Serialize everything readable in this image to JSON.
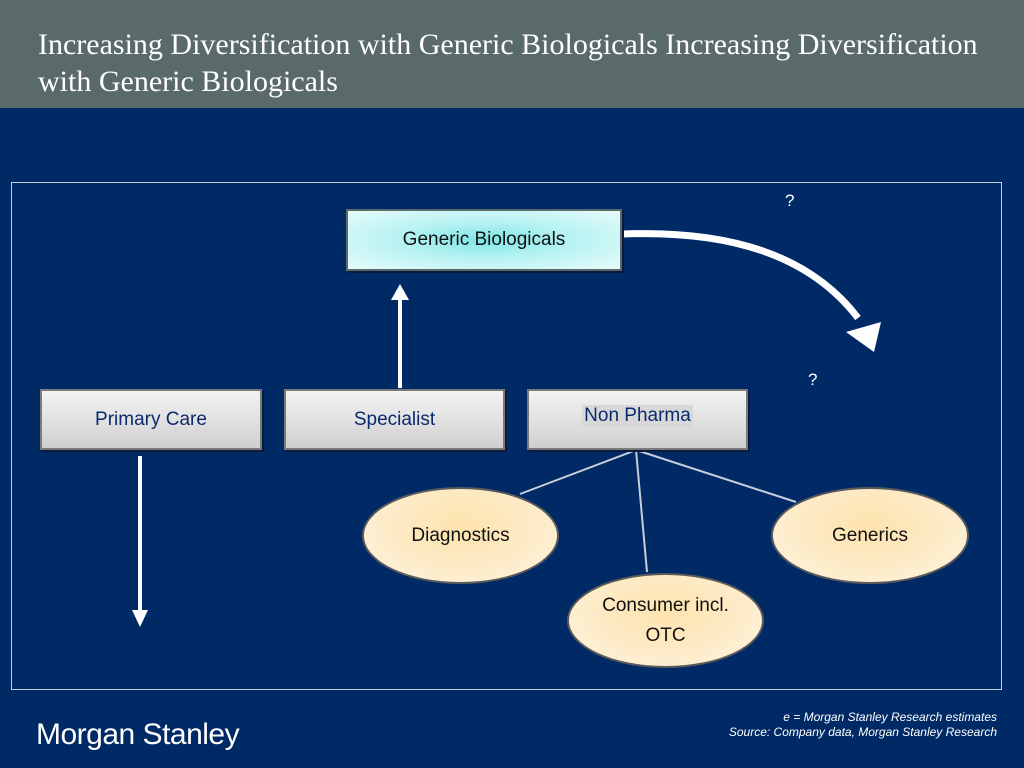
{
  "header": {
    "title": "Increasing Diversification with Generic Biologicals Increasing Diversification with Generic Biologicals"
  },
  "diagram": {
    "top_box": "Generic Biologicals",
    "boxes": [
      "Primary Care",
      "Specialist",
      "Non Pharma"
    ],
    "ellipses": {
      "diagnostics": "Diagnostics",
      "consumer_line1": "Consumer incl.",
      "consumer_line2": "OTC",
      "generics": "Generics"
    },
    "question_marks": [
      "?",
      "?"
    ]
  },
  "footer": {
    "logo": "Morgan Stanley",
    "note_line1": "e = Morgan Stanley Research estimates",
    "note_line2": "Source: Company data, Morgan Stanley Research"
  },
  "colors": {
    "background": "#002a66",
    "title_bar": "#5a6a6a",
    "accent_cyan": "#7fe7e7",
    "ellipse_fill": "#fde3ad"
  }
}
